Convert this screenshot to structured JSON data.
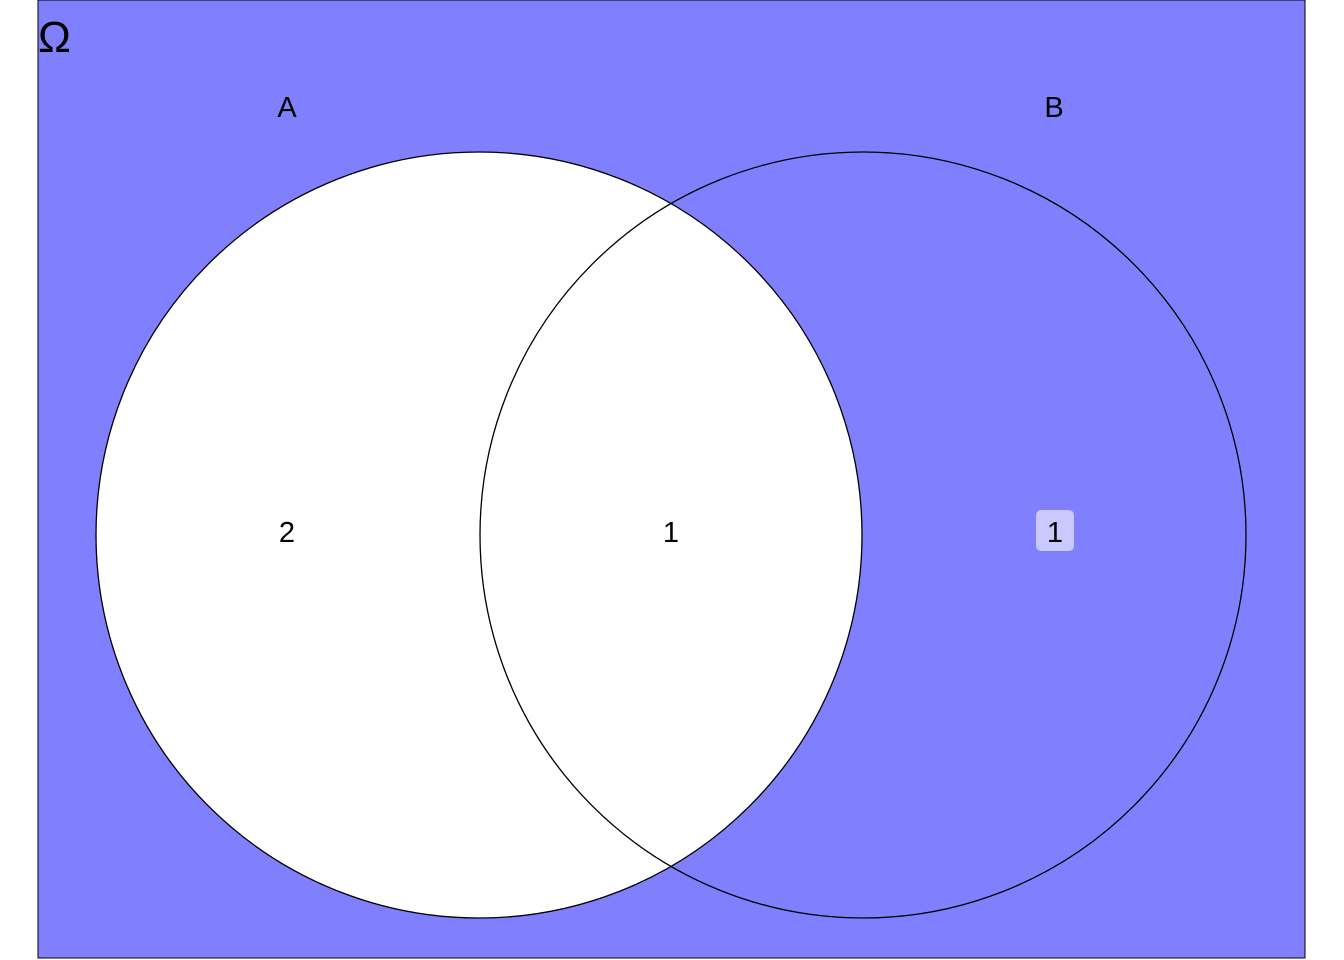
{
  "diagram": {
    "universe_symbol": "Ω",
    "universe_color": "#8080ff",
    "set_fill_color": "#ffffff",
    "outline_color": "#000000",
    "highlight_box_color": "#c9c9ff",
    "sets": [
      {
        "label": "A"
      },
      {
        "label": "B"
      }
    ],
    "regions": {
      "a_only": {
        "count": "2"
      },
      "a_and_b": {
        "count": "1"
      },
      "b_only": {
        "count": "1",
        "highlighted": true
      }
    }
  }
}
